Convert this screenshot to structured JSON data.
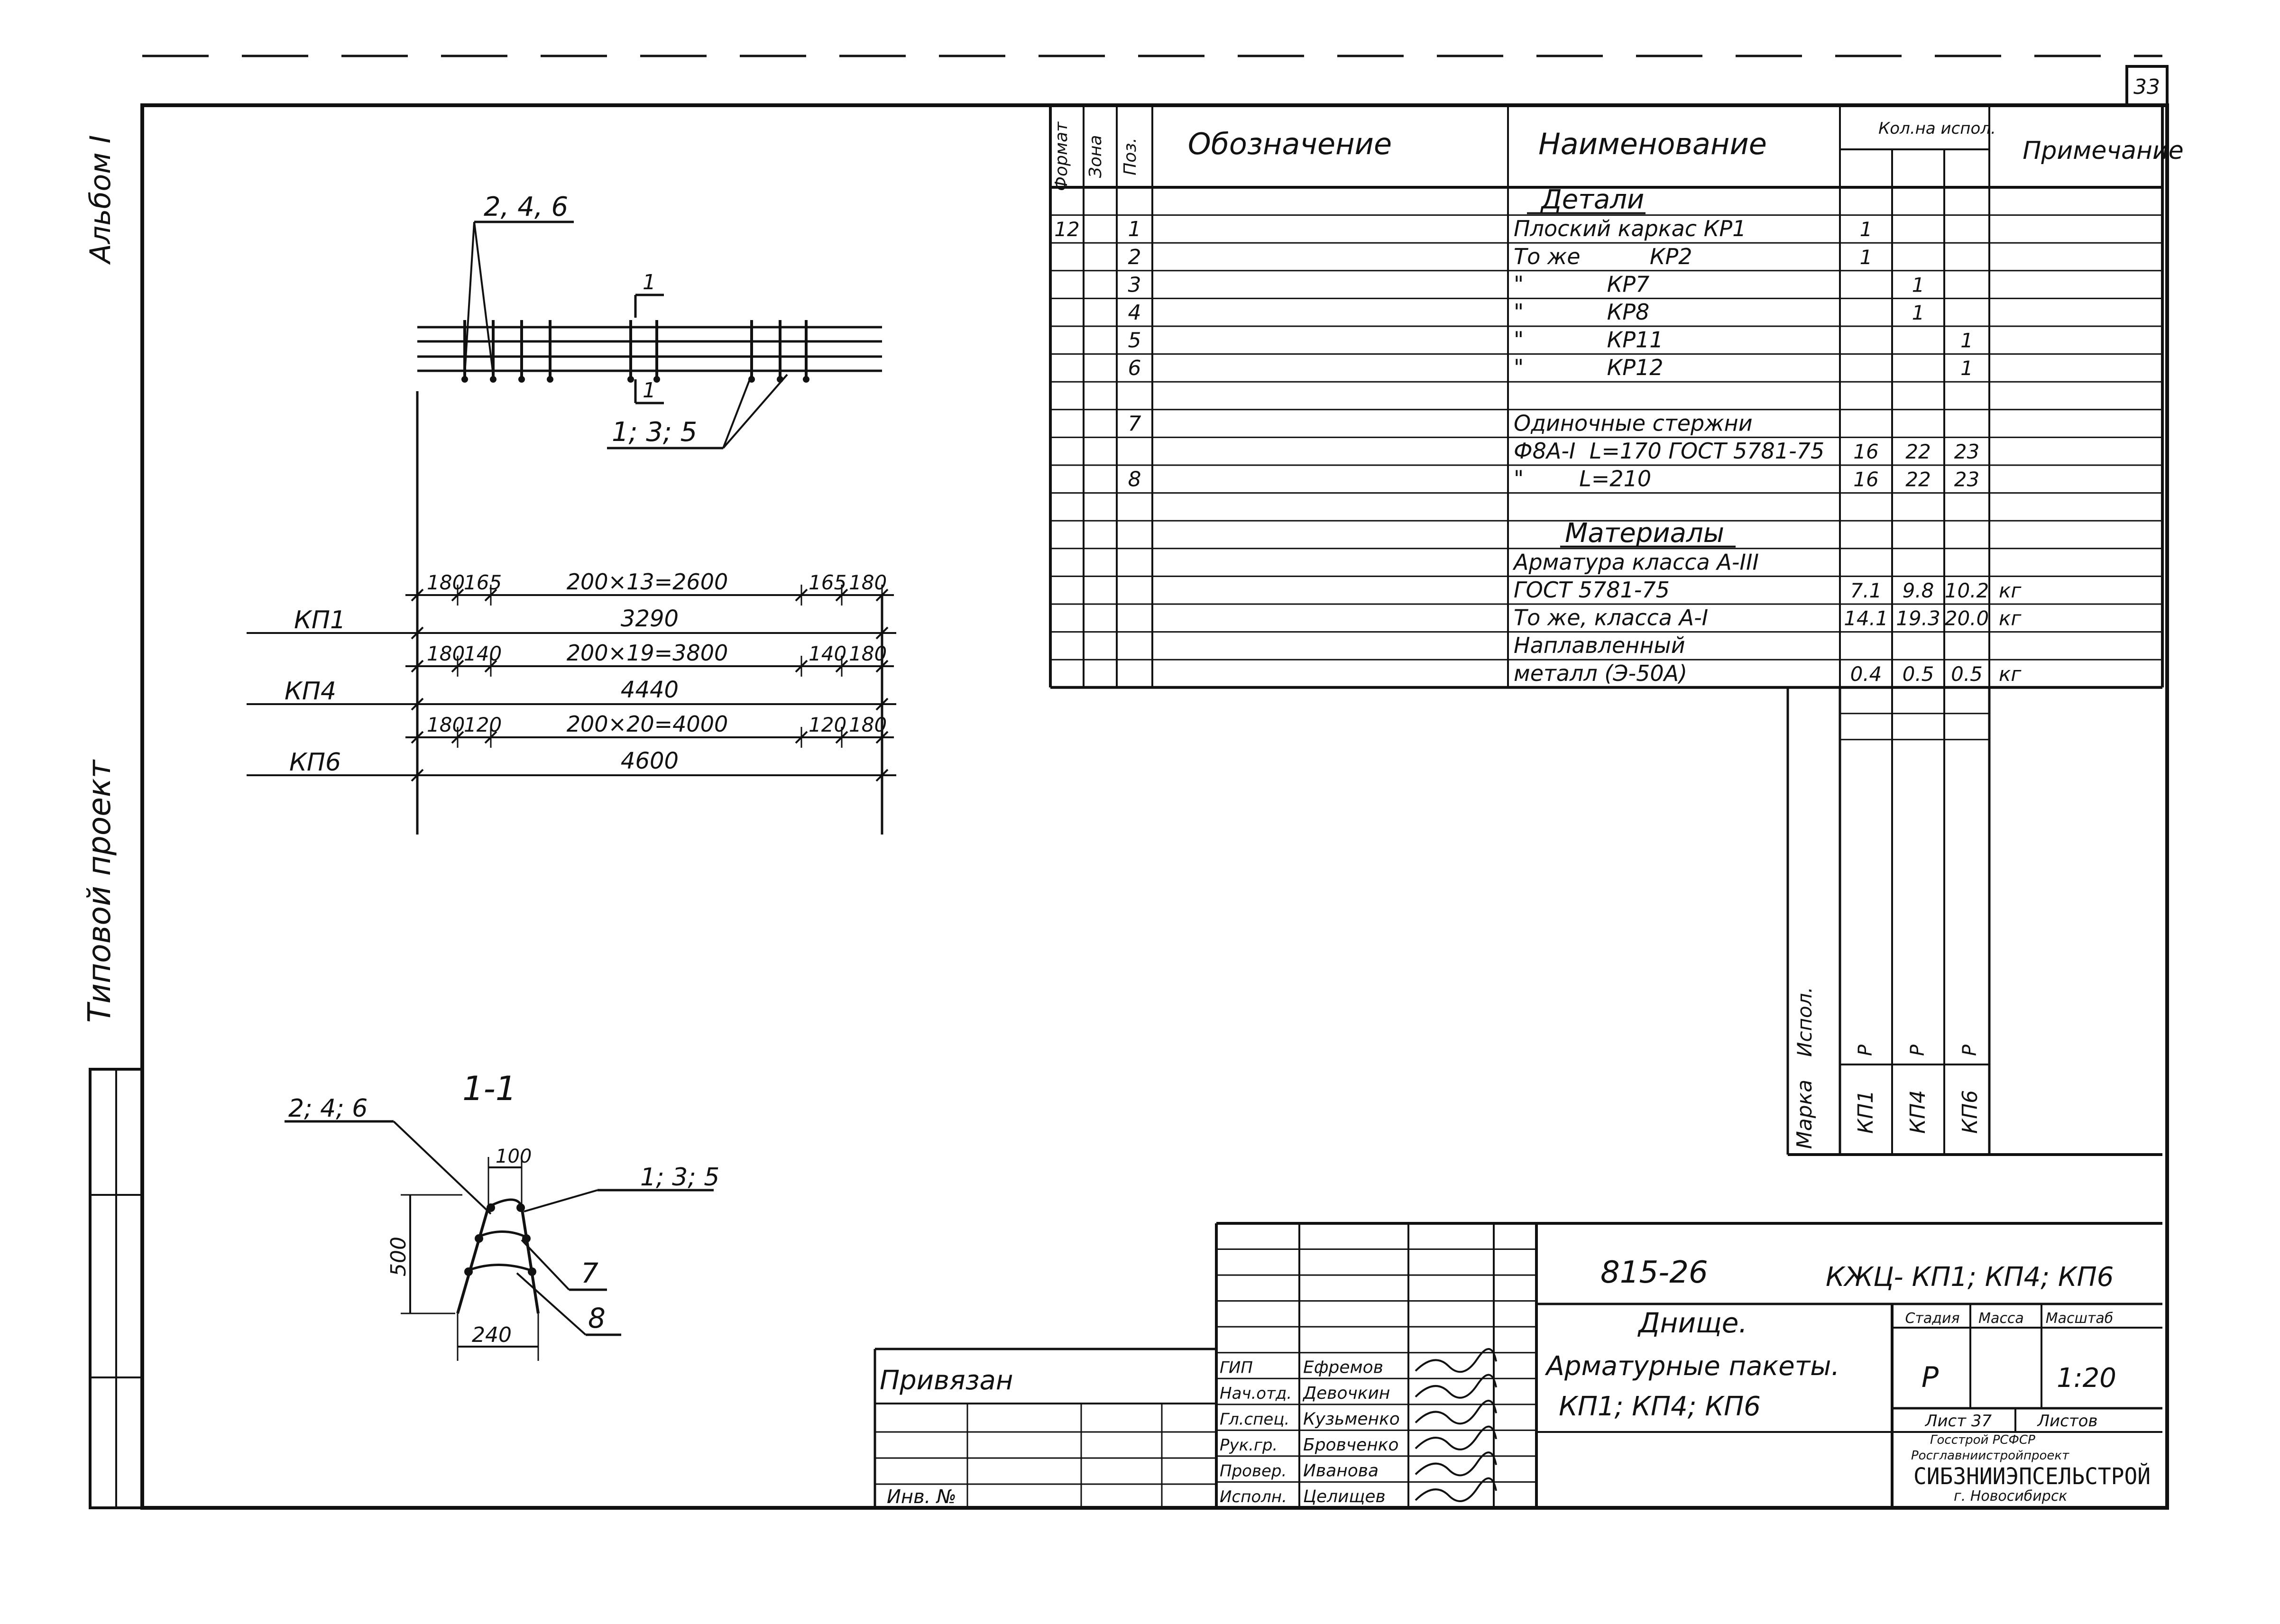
{
  "sheet": {
    "page_number": "33",
    "side_album": "Альбом I",
    "side_project": "Типовой проект"
  },
  "spec_table": {
    "head": {
      "format": "Формат",
      "zone": "Зона",
      "pos": "Поз.",
      "designation": "Обозначение",
      "name": "Наименование",
      "qty": "Кол.на испол.",
      "note": "Примечание"
    },
    "rows": [
      {
        "format": "",
        "pos": "",
        "name": "Детали",
        "q1": "",
        "q2": "",
        "q3": "",
        "note": ""
      },
      {
        "format": "12",
        "pos": "1",
        "name": "Плоский каркас КР1",
        "q1": "1",
        "q2": "",
        "q3": "",
        "note": ""
      },
      {
        "format": "",
        "pos": "2",
        "name": "То же          КР2",
        "q1": "1",
        "q2": "",
        "q3": "",
        "note": ""
      },
      {
        "format": "",
        "pos": "3",
        "name": "\"            КР7",
        "q1": "",
        "q2": "1",
        "q3": "",
        "note": ""
      },
      {
        "format": "",
        "pos": "4",
        "name": "\"            КР8",
        "q1": "",
        "q2": "1",
        "q3": "",
        "note": ""
      },
      {
        "format": "",
        "pos": "5",
        "name": "\"            КР11",
        "q1": "",
        "q2": "",
        "q3": "1",
        "note": ""
      },
      {
        "format": "",
        "pos": "6",
        "name": "\"            КР12",
        "q1": "",
        "q2": "",
        "q3": "1",
        "note": ""
      },
      {
        "format": "",
        "pos": "",
        "name": "",
        "q1": "",
        "q2": "",
        "q3": "",
        "note": ""
      },
      {
        "format": "",
        "pos": "7",
        "name": "Одиночные стержни",
        "q1": "",
        "q2": "",
        "q3": "",
        "note": ""
      },
      {
        "format": "",
        "pos": "",
        "name": "Ф8А-I  L=170 ГОСТ 5781-75",
        "q1": "16",
        "q2": "22",
        "q3": "23",
        "note": ""
      },
      {
        "format": "",
        "pos": "8",
        "name": "\"        L=210",
        "q1": "16",
        "q2": "22",
        "q3": "23",
        "note": ""
      },
      {
        "format": "",
        "pos": "",
        "name": "",
        "q1": "",
        "q2": "",
        "q3": "",
        "note": ""
      },
      {
        "format": "",
        "pos": "",
        "name": "Материалы",
        "q1": "",
        "q2": "",
        "q3": "",
        "note": ""
      },
      {
        "format": "",
        "pos": "",
        "name": "Арматура класса А-III",
        "q1": "",
        "q2": "",
        "q3": "",
        "note": ""
      },
      {
        "format": "",
        "pos": "",
        "name": "ГОСТ 5781-75",
        "q1": "7.1",
        "q2": "9.8",
        "q3": "10.2",
        "note": "кг"
      },
      {
        "format": "",
        "pos": "",
        "name": "То же, класса А-I",
        "q1": "14.1",
        "q2": "19.3",
        "q3": "20.0",
        "note": "кг"
      },
      {
        "format": "",
        "pos": "",
        "name": "Наплавленный",
        "q1": "",
        "q2": "",
        "q3": "",
        "note": ""
      },
      {
        "format": "",
        "pos": "",
        "name": "металл (Э-50А)",
        "q1": "0.4",
        "q2": "0.5",
        "q3": "0.5",
        "note": "кг"
      }
    ],
    "execution_label": "Испол.",
    "brand_label": "Марка",
    "executions": [
      "Р",
      "Р",
      "Р"
    ],
    "brands": [
      "КП1",
      "КП4",
      "КП6"
    ]
  },
  "plan": {
    "bar_labels_top": "2, 4, 6",
    "bar_labels_bottom": "1; 3; 5",
    "section_mark": "1",
    "packets": [
      {
        "label": "КП1",
        "left": "180",
        "left2": "165",
        "middle": "200×13=2600",
        "right2": "165",
        "right": "180",
        "total": "3290"
      },
      {
        "label": "КП4",
        "left": "180",
        "left2": "140",
        "middle": "200×19=3800",
        "right2": "140",
        "right": "180",
        "total": "4440"
      },
      {
        "label": "КП6",
        "left": "180",
        "left2": "120",
        "middle": "200×20=4000",
        "right2": "120",
        "right": "180",
        "total": "4600"
      }
    ]
  },
  "section": {
    "title": "1-1",
    "label_left": "2; 4; 6",
    "label_right": "1; 3; 5",
    "top_width": "100",
    "height": "500",
    "bottom_width": "240",
    "callout_7": "7",
    "callout_8": "8"
  },
  "title_block": {
    "doc_code": "815-26",
    "drawing_code": "КЖЦ- КП1; КП4; КП6",
    "title_line1": "Днище.",
    "title_line2": "Арматурные пакеты.",
    "title_line3": "КП1; КП4; КП6",
    "stage_label": "Стадия",
    "mass_label": "Масса",
    "scale_label": "Масштаб",
    "stage_value": "Р",
    "scale_value": "1:20",
    "sheet_label": "Лист 37",
    "sheets_label": "Листов",
    "org1": "Госстрой РСФСР",
    "org2": "Росглавниистройпроект",
    "org3": "СИБЗНИИЭПСЕЛЬСТРОЙ",
    "org4": "г. Новосибирск",
    "bound_label": "Привязан",
    "inv_label": "Инв. №",
    "people": [
      {
        "role": "ГИП",
        "name": "Ефремов"
      },
      {
        "role": "Нач.отд.",
        "name": "Девочкин"
      },
      {
        "role": "Гл.спец.",
        "name": "Кузьменко"
      },
      {
        "role": "Рук.гр.",
        "name": "Бровченко"
      },
      {
        "role": "Провер.",
        "name": "Иванова"
      },
      {
        "role": "Исполн.",
        "name": "Целищев"
      }
    ]
  }
}
